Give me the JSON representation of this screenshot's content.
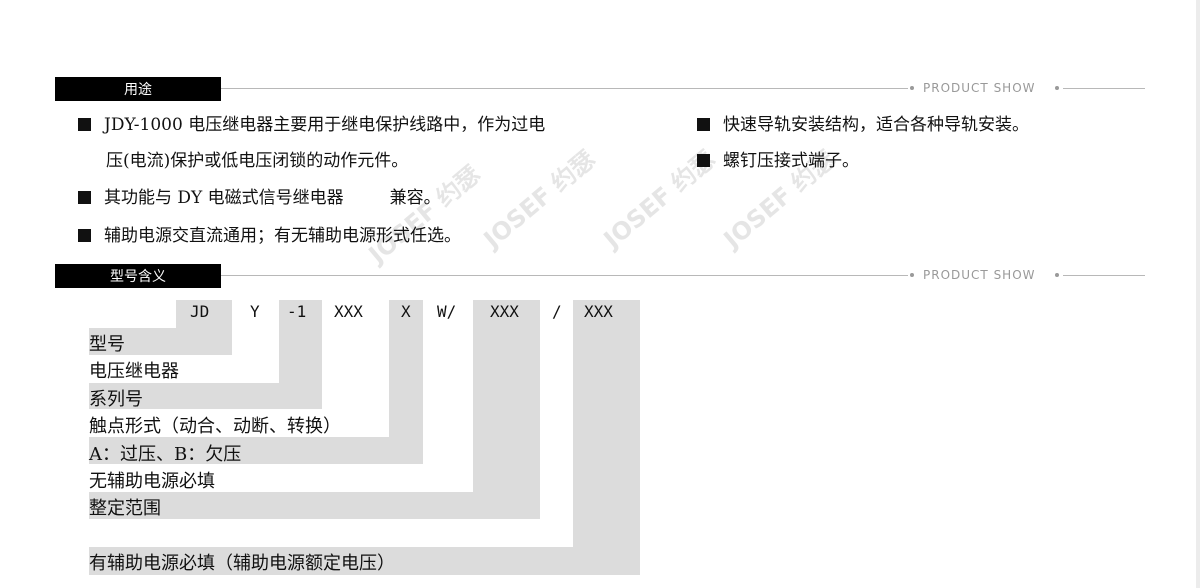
{
  "sections": {
    "usage": {
      "tag": "用途",
      "suffix": "PRODUCT SHOW"
    },
    "model": {
      "tag": "型号含义",
      "suffix": "PRODUCT SHOW"
    }
  },
  "usage": {
    "b1_line1": "JDY-1000 电压继电器主要用于继电保护线路中，作为过电",
    "b1_line2": "压(电流)保护或低电压闭锁的动作元件。",
    "b2_part1": "其功能与 DY 电磁式信号继电器",
    "b2_part2": "兼容。",
    "b3": "辅助电源交直流通用；有无辅助电源形式任选。",
    "b4": "快速导轨安装结构，适合各种导轨安装。",
    "b5": "螺钉压接式端子。"
  },
  "watermark": "JOSEF 约瑟",
  "model_code": {
    "parts": [
      "JD",
      "Y",
      "-1",
      "XXX",
      "X",
      "W/",
      "XXX",
      "/",
      "XXX"
    ],
    "labels": [
      "型号",
      "电压继电器",
      "系列号",
      "触点形式（动合、动断、转换）",
      "A：过压、B：欠压",
      "无辅助电源必填",
      "整定范围",
      "有辅助电源必填（辅助电源额定电压）"
    ]
  },
  "colors": {
    "tag_bg": "#000000",
    "band": "#dcdcdc",
    "line": "#b8b8b8"
  }
}
